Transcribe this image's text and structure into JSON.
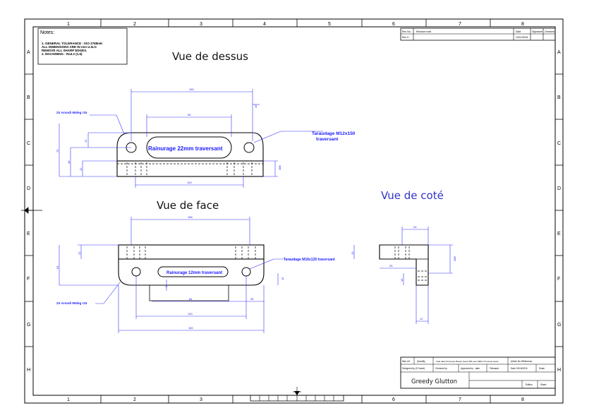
{
  "border": {
    "cols": [
      "1",
      "2",
      "3",
      "4",
      "5",
      "6",
      "7",
      "8"
    ],
    "rows": [
      "A",
      "B",
      "C",
      "D",
      "E",
      "F",
      "G",
      "H"
    ]
  },
  "notes": {
    "title": "Notes:",
    "lines": [
      "1. GENERAL TOLERANCE : ISO 2768mK",
      "ALL DIMENSIONS ARE IN mm U.N.O",
      "REMOVE ALL SHARP EDGES.",
      "2. MACHINING : Ra3.2 (1.6)"
    ]
  },
  "revision": {
    "headers": [
      "Rev No.",
      "Revision note",
      "Date",
      "Signature",
      "Checked"
    ],
    "row": [
      "Rev 0",
      "",
      "10/11/2016",
      "",
      ""
    ]
  },
  "views": {
    "top": "Vue de dessus",
    "front": "Vue de face",
    "side": "Vue de coté"
  },
  "top_view": {
    "dims": {
      "overall": "150",
      "slot": "95",
      "right": "16",
      "left_small": "12",
      "h_total": "75",
      "h_mid": "40",
      "h_low": "12",
      "thk": "388",
      "bottom": "120"
    },
    "labels": {
      "fillet": "2X Arondi 90deg r15",
      "slot": "Rainurage 22mm traversant",
      "tap_line1": "Taraudage M12x150",
      "tap_line2": "traversant"
    }
  },
  "front_view": {
    "dims": {
      "overall": "156",
      "left_small": "12",
      "h_total": "63",
      "right": "15",
      "slot_w": "84",
      "mid": "28",
      "center": "120",
      "bottom": "160",
      "tiny": "3"
    },
    "labels": {
      "fillet": "2X Arondi 90deg r15",
      "slot": "Rainurage 12mm traversant",
      "tap": "Taraudage M16x125 traversant"
    }
  },
  "side_view": {
    "dims": {
      "top": "24",
      "left": "13",
      "mid": "25",
      "thk": "388",
      "small": "15",
      "bottom": "12"
    }
  },
  "title_block": {
    "row1": [
      "Item ref",
      "Quantity",
      "Cale table Perceuse Bosser Avant 356 pour MMC-VO pivots avant",
      "Article No./Reference"
    ],
    "row2": [
      "Designed by (3 Guest)",
      "Checked by",
      "Approved by - date",
      "Filename",
      "Date 13/04/2016",
      "Scale"
    ],
    "company": "Greedy Glutton",
    "edition": "Edition",
    "sheet": "Sheet"
  }
}
